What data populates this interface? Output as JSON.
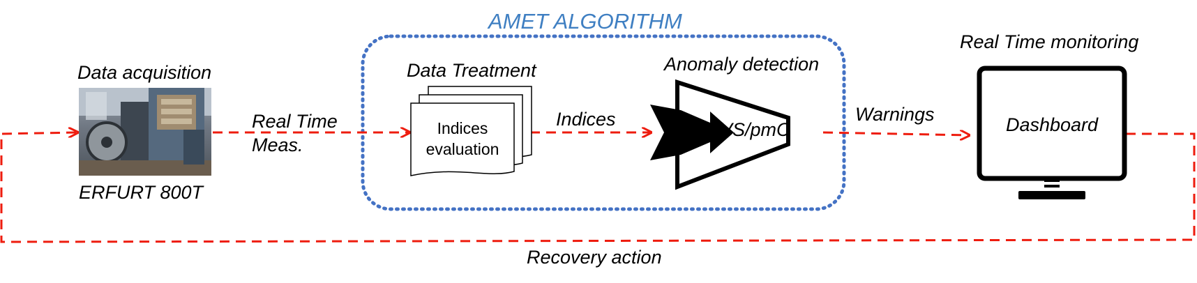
{
  "algorithm": {
    "title": "AMET ALGORITHM",
    "title_color": "#3f7fc2",
    "border_color": "#4472c4"
  },
  "acquisition": {
    "title": "Data acquisition",
    "machine_name": "ERFURT 800T"
  },
  "flow_labels": {
    "realtime_line1": "Real Time",
    "realtime_line2": "Meas.",
    "indices": "Indices",
    "warnings": "Warnings",
    "recovery": "Recovery action"
  },
  "treatment": {
    "title": "Data Treatment",
    "doc_line1": "Indices",
    "doc_line2": "evaluation"
  },
  "detection": {
    "title": "Anomaly detection",
    "model_label": "VS/pmC"
  },
  "monitoring": {
    "title": "Real Time monitoring",
    "screen_label": "Dashboard"
  },
  "colors": {
    "arrow": "#ee1c0e",
    "ink": "#000000"
  }
}
